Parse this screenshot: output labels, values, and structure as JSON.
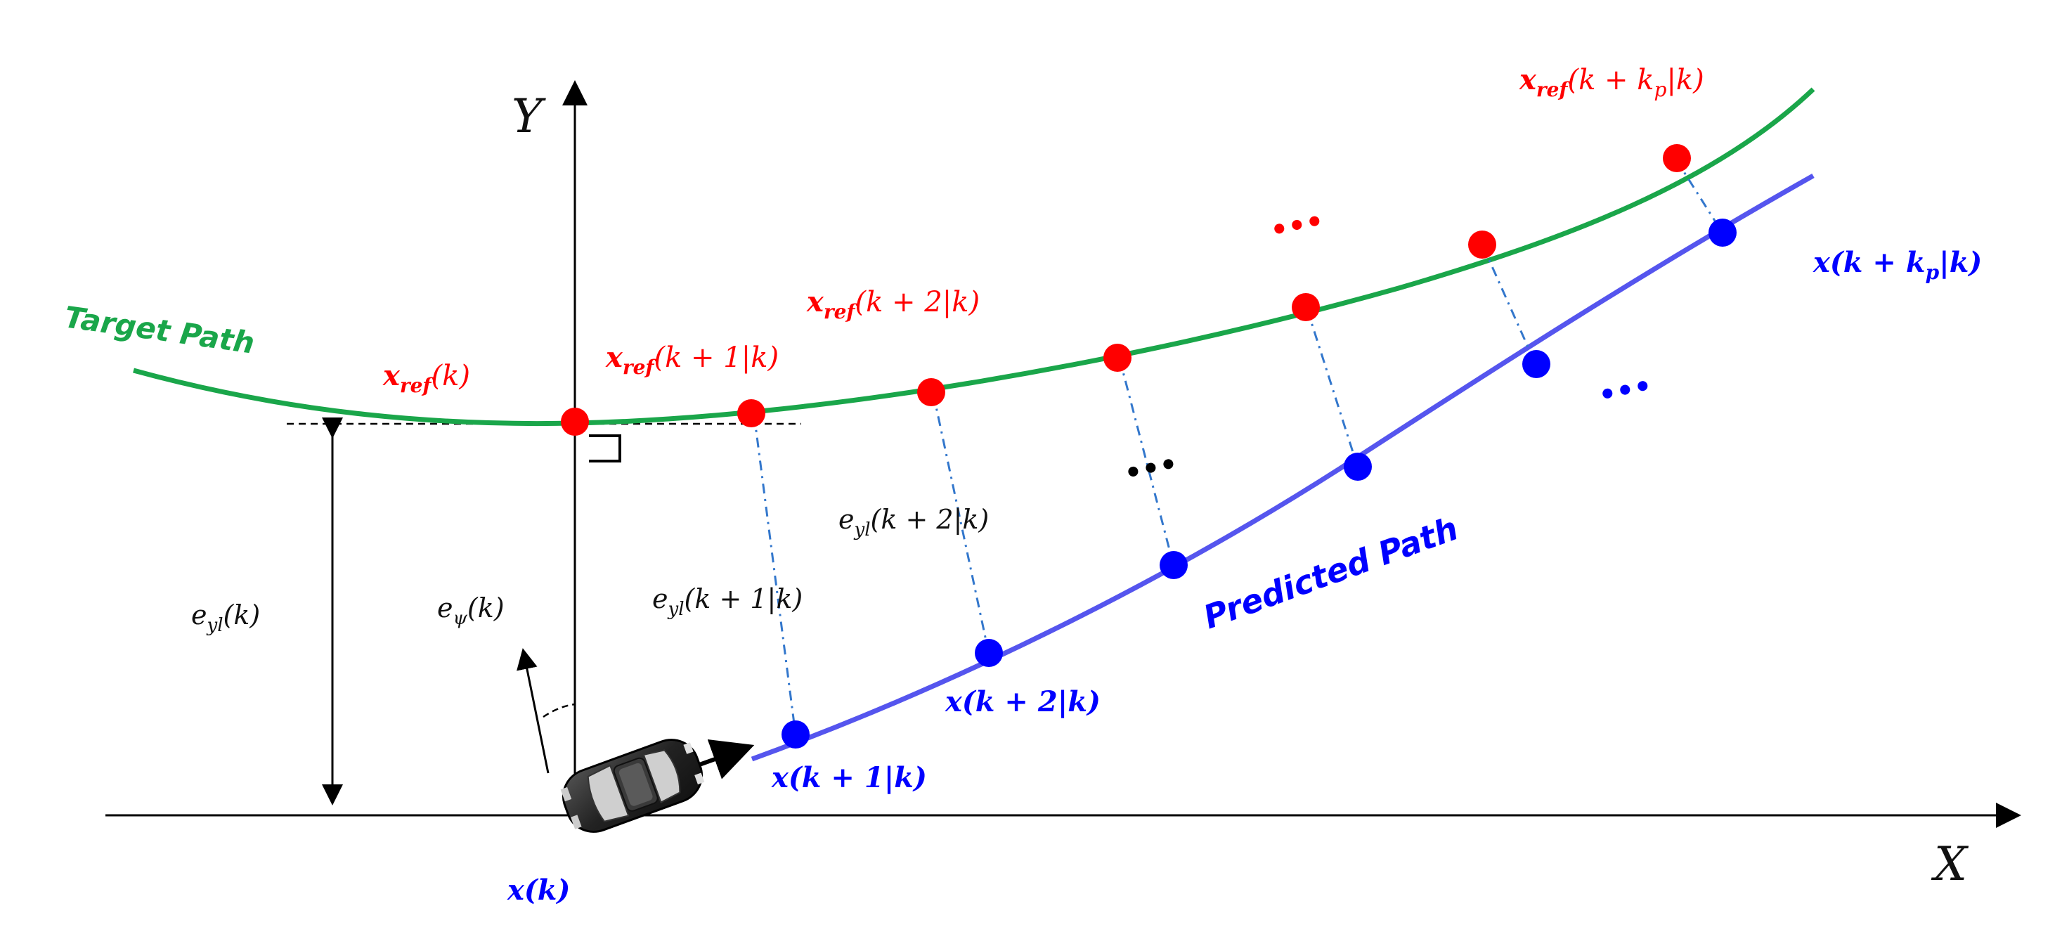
{
  "colors": {
    "target": "#1aa64a",
    "predicted": "#5555ee",
    "ref_point": "#ff0000",
    "pred_point": "#0000ff",
    "axis": "#000000",
    "error_line": "#3377cc",
    "text_dark": "#111111"
  },
  "axes": {
    "x_label": "X",
    "y_label": "Y"
  },
  "paths": {
    "target_label": "Target Path",
    "predicted_label": "Predicted Path"
  },
  "labels": {
    "xref_k": "x",
    "xref_k_sub": "ref",
    "xref_k_arg": "(k)",
    "xref_k1_arg": "(k + 1|k)",
    "xref_k2_arg": "(k + 2|k)",
    "xref_kp_arg": "(k + k",
    "xref_kp_sub": "p",
    "xref_kp_tail": "|k)",
    "x_k": "x(k)",
    "x_k1": "x(k + 1|k)",
    "x_k2": "x(k + 2|k)",
    "x_kp_head": "x(k + k",
    "x_kp_sub": "p",
    "x_kp_tail": "|k)",
    "eyl_k_e": "e",
    "eyl_sub": "yl",
    "eyl_k_arg": "(k)",
    "eyl_k1_arg": "(k + 1|k)",
    "eyl_k2_arg": "(k + 2|k)",
    "epsi_e": "e",
    "epsi_sub": "ψ",
    "epsi_arg": "(k)",
    "ellipsis": "•••"
  }
}
